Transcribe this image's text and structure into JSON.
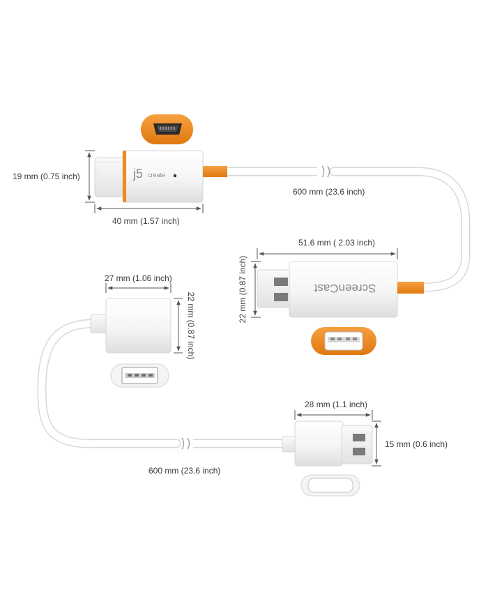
{
  "hdmi_adapter": {
    "height_label": "19 mm (0.75 inch)",
    "width_label": "40 mm (1.57 inch)",
    "brand_j": "j5",
    "brand_create": "create"
  },
  "cable_top": {
    "length_label": "600 mm (23.6 inch)"
  },
  "screencast_dongle": {
    "width_label": "51.6 mm ( 2.03 inch)",
    "height_label": "22 mm (0.87 inch)",
    "brand": "ScreenCast"
  },
  "usb_female": {
    "width_label": "27 mm (1.06 inch)",
    "height_label": "22 mm (0.87 inch)"
  },
  "usb_male": {
    "width_label": "28 mm (1.1 inch)",
    "height_label": "15 mm (0.6 inch)"
  },
  "cable_bottom": {
    "length_label": "600 mm (23.6 inch)"
  },
  "colors": {
    "accent_orange": "#ef8a1f",
    "body_white": "#f4f4f4",
    "cable_white": "#ffffff",
    "outline_gray": "#d6d6d6",
    "dim_line": "#555555"
  }
}
